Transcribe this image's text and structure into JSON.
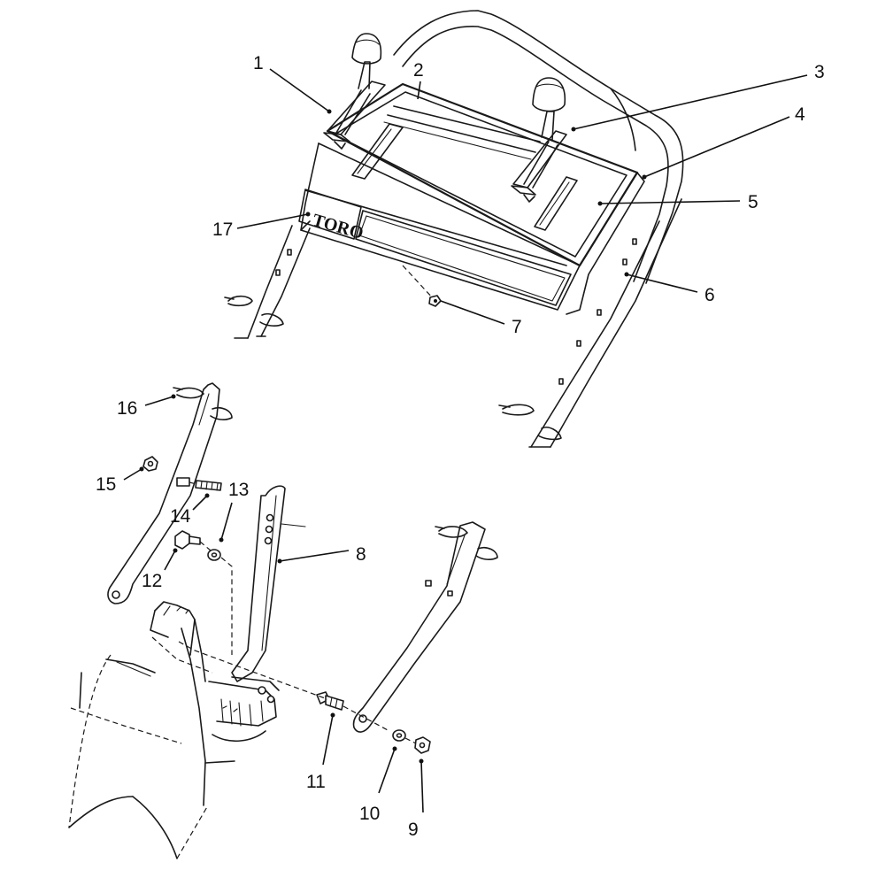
{
  "diagram": {
    "logo_text": "TORO",
    "callouts": [
      {
        "id": "callout-1",
        "label": "1"
      },
      {
        "id": "callout-2",
        "label": "2"
      },
      {
        "id": "callout-3",
        "label": "3"
      },
      {
        "id": "callout-4",
        "label": "4"
      },
      {
        "id": "callout-5",
        "label": "5"
      },
      {
        "id": "callout-6",
        "label": "6"
      },
      {
        "id": "callout-7",
        "label": "7"
      },
      {
        "id": "callout-8",
        "label": "8"
      },
      {
        "id": "callout-9",
        "label": "9"
      },
      {
        "id": "callout-10",
        "label": "10"
      },
      {
        "id": "callout-11",
        "label": "11"
      },
      {
        "id": "callout-12",
        "label": "12"
      },
      {
        "id": "callout-13",
        "label": "13"
      },
      {
        "id": "callout-14",
        "label": "14"
      },
      {
        "id": "callout-15",
        "label": "15"
      },
      {
        "id": "callout-16",
        "label": "16"
      },
      {
        "id": "callout-17",
        "label": "17"
      }
    ]
  }
}
